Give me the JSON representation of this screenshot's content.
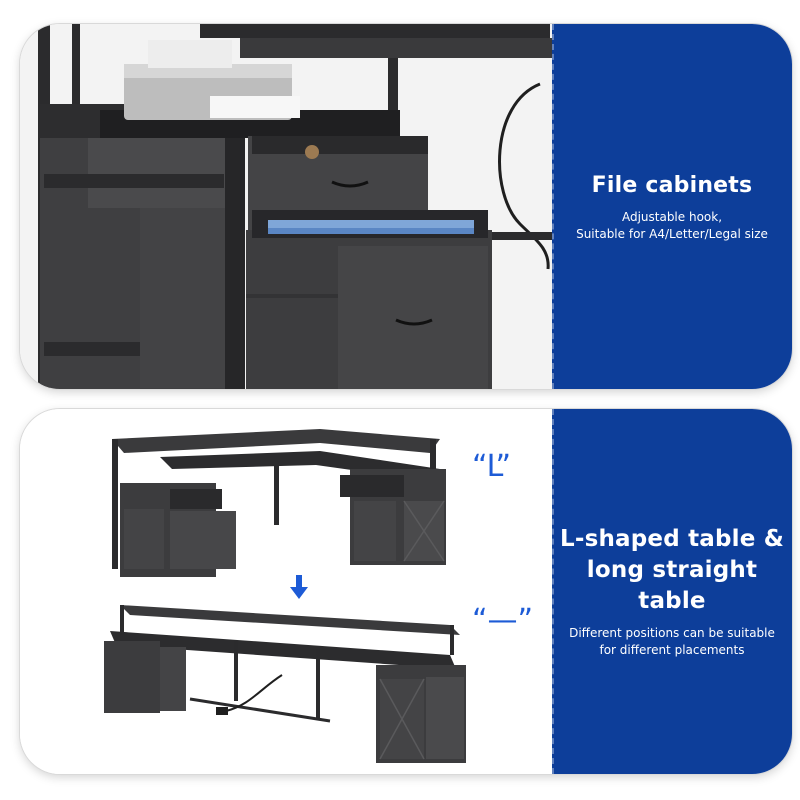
{
  "panels": [
    {
      "title": "File cabinets",
      "subtitle_lines": [
        "Adjustable hook,",
        "Suitable for A4/Letter/Legal size"
      ]
    },
    {
      "title_lines": [
        "L-shaped table &",
        "long straight table"
      ],
      "subtitle_lines": [
        "Different positions can be suitable",
        "for different placements"
      ],
      "label_l": "“L”",
      "label_straight": "“—”"
    }
  ],
  "colors": {
    "panel_blue": "#0d3e9a",
    "quote_blue": "#1d5bd6",
    "desk_dark": "#2f2f31"
  }
}
